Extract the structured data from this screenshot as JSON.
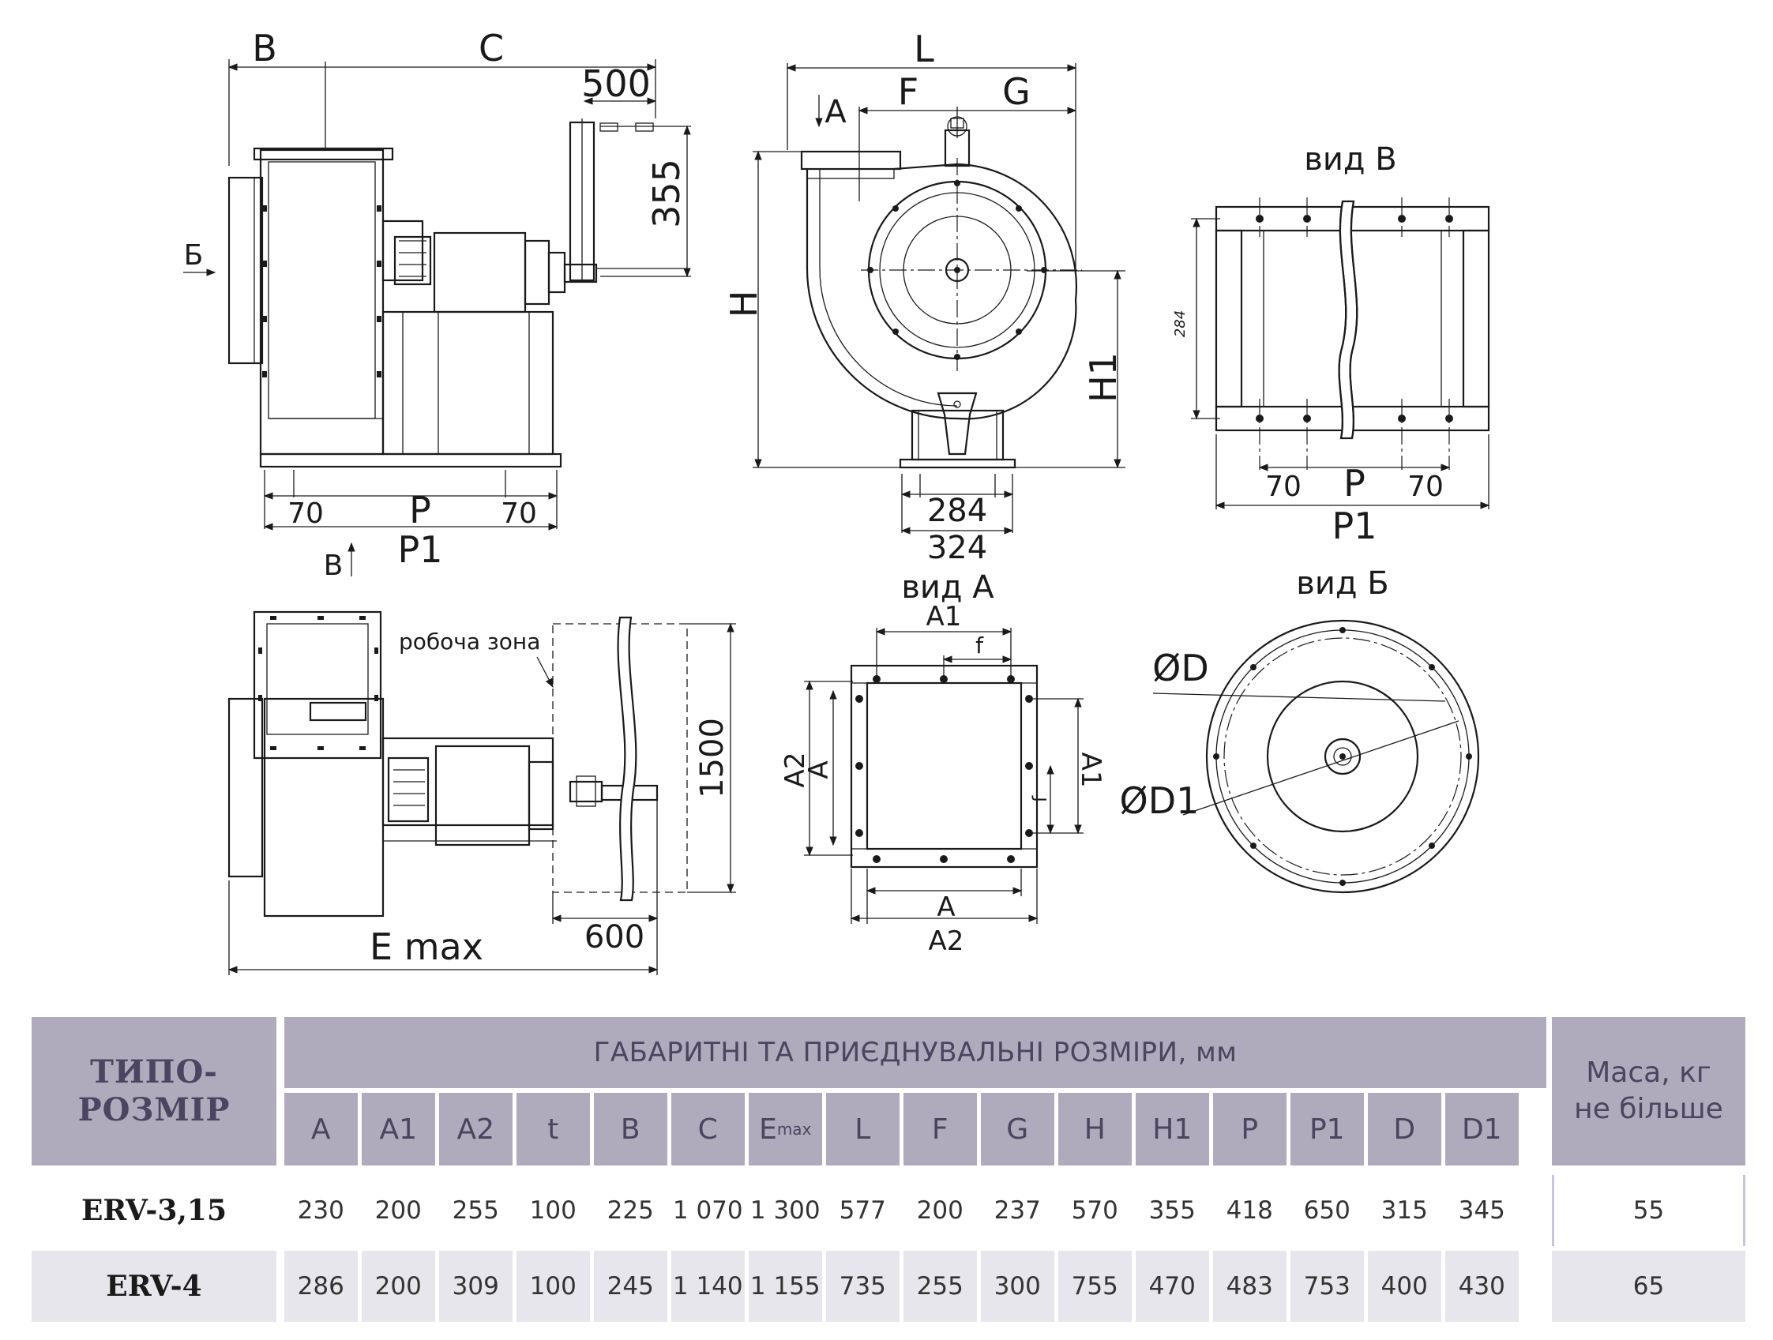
{
  "drawing": {
    "side_view": {
      "dims": [
        "B",
        "C",
        "500",
        "355",
        "70",
        "P",
        "70",
        "P1"
      ],
      "arrow_b": "Б",
      "arrow_v": "В"
    },
    "front_view": {
      "dims": [
        "L",
        "A",
        "F",
        "G",
        "H",
        "H1",
        "284",
        "324"
      ]
    },
    "view_v": {
      "title": "вид В",
      "dims": [
        "284",
        "70",
        "P",
        "70",
        "P1"
      ]
    },
    "top_view": {
      "work_zone": "робоча зона",
      "dims": [
        "1500",
        "600",
        "E max"
      ]
    },
    "view_a": {
      "title": "вид А",
      "dims": [
        "A1",
        "f",
        "A2",
        "A",
        "A1",
        "f",
        "A",
        "A2"
      ]
    },
    "view_b": {
      "title": "вид Б",
      "dims": [
        "ØD",
        "ØD1"
      ]
    }
  },
  "table": {
    "model_header": [
      "ТИПО-",
      "РОЗМІР"
    ],
    "group_header": "ГАБАРИТНІ ТА ПРИЄДНУВАЛЬНІ РОЗМІРИ, мм",
    "mass_header": [
      "Маса, кг",
      "не більше"
    ],
    "columns": [
      "A",
      "A1",
      "A2",
      "t",
      "B",
      "C",
      "E",
      "L",
      "F",
      "G",
      "H",
      "H1",
      "P",
      "P1",
      "D",
      "D1"
    ],
    "e_subscript": "max",
    "rows": [
      {
        "model": "ERV-3,15",
        "values": [
          "230",
          "200",
          "255",
          "100",
          "225",
          "1 070",
          "1 300",
          "577",
          "200",
          "237",
          "570",
          "355",
          "418",
          "650",
          "315",
          "345"
        ],
        "mass": "55"
      },
      {
        "model": "ERV-4",
        "values": [
          "286",
          "200",
          "309",
          "100",
          "245",
          "1 140",
          "1 155",
          "735",
          "255",
          "300",
          "755",
          "470",
          "483",
          "753",
          "400",
          "430"
        ],
        "mass": "65"
      }
    ]
  }
}
